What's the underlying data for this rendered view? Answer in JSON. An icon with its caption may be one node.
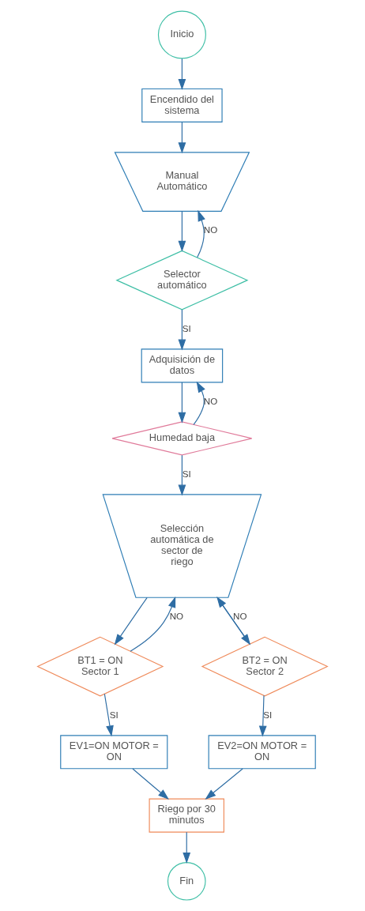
{
  "diagram": {
    "nodes": [
      {
        "text": [
          "Inicio"
        ]
      },
      {
        "text": [
          "Encendido del sistema"
        ]
      },
      {
        "text": [
          "Manual Automático"
        ]
      },
      {
        "text": [
          "Selector automático"
        ]
      },
      {
        "text": [
          "Adquisición de datos"
        ]
      },
      {
        "text": [
          "Humedad baja"
        ]
      },
      {
        "text": [
          "Selección automática de sector de riego"
        ]
      },
      {
        "text": [
          "BT1 = ON Sector 1"
        ]
      },
      {
        "text": [
          "BT2 = ON Sector 2"
        ]
      },
      {
        "text": [
          "EV1=ON MOTOR = ON"
        ]
      },
      {
        "text": [
          "EV2=ON MOTOR = ON"
        ]
      },
      {
        "text": [
          "Riego por 30 minutos"
        ]
      },
      {
        "text": [
          "Fin"
        ]
      }
    ],
    "edges": [
      {
        "from": 0,
        "to": 1,
        "arrow": "to"
      },
      {
        "from": 1,
        "to": 2,
        "arrow": "to"
      },
      {
        "from": 2,
        "to": 3,
        "arrow": "to"
      },
      {
        "from": 3,
        "to": 2,
        "arrow": "to",
        "label": "NO"
      },
      {
        "from": 3,
        "to": 4,
        "arrow": "to",
        "label": "SI"
      },
      {
        "from": 4,
        "to": 5,
        "arrow": "to"
      },
      {
        "from": 5,
        "to": 4,
        "arrow": "to",
        "label": "NO"
      },
      {
        "from": 5,
        "to": 6,
        "arrow": "to",
        "label": "SI"
      },
      {
        "from": 6,
        "to": 7,
        "arrow": "to"
      },
      {
        "from": 6,
        "to": 8,
        "arrow": "to"
      },
      {
        "from": 7,
        "to": 6,
        "arrow": "to",
        "label": "NO"
      },
      {
        "from": 8,
        "to": 6,
        "arrow": "to",
        "label": "NO"
      },
      {
        "from": 7,
        "to": 9,
        "arrow": "to",
        "label": "SI"
      },
      {
        "from": 8,
        "to": 10,
        "arrow": "to",
        "label": "SI"
      },
      {
        "from": 9,
        "to": 11,
        "arrow": "to"
      },
      {
        "from": 10,
        "to": 11,
        "arrow": "to"
      },
      {
        "from": 11,
        "to": 12,
        "arrow": "to"
      }
    ]
  }
}
